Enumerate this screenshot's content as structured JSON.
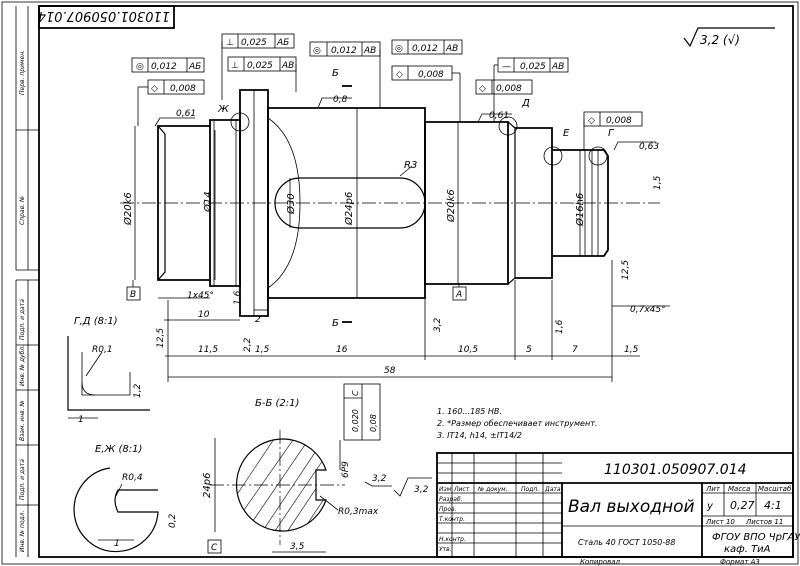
{
  "drawing": {
    "doc_number": "110301.050907.014",
    "doc_number_rotated": "110301.050907.014",
    "part_name": "Вал выходной",
    "material": "Сталь 40 ГОСТ 1050-88",
    "mass": "0,27",
    "scale": "4:1",
    "lit": "у",
    "sheet": "Лист 10",
    "sheets": "Листов 11",
    "organization_line1": "ФГОУ ВПО ЧрГАУ",
    "organization_line2": "каф. ТиА",
    "format": "Формат А3",
    "copied": "Копировал",
    "surface_symbol": "3,2 (√)"
  },
  "title_block": {
    "header_lit": "Лит",
    "header_mass": "Масса",
    "header_scale": "Масштаб",
    "col_izm": "Изм",
    "col_list": "Лист",
    "col_doc": "№ докум.",
    "col_sign": "Подп.",
    "col_date": "Дата",
    "role_dev": "Разраб.",
    "role_check": "Пров.",
    "role_tcontrol": "Т.контр.",
    "role_ncontrol": "Н.контр.",
    "role_approve": "Утв."
  },
  "left_strip": [
    "Перв. примен.",
    "Справ. №",
    "Подп. и дата",
    "Инв. № дубл.",
    "Взам. инв. №",
    "Подп. и дата",
    "Инв. № подл."
  ],
  "tolerances": {
    "f1_sym": "◎",
    "f1_val": "0,012",
    "f1_base": "АБ",
    "f2_sym": "◇",
    "f2_val": "0,008",
    "f3_sym": "⊥",
    "f3_val": "0,025",
    "f3_base": "АБ",
    "f4_sym": "⊥",
    "f4_val": "0,025",
    "f4_base": "АВ",
    "f5_sym": "◎",
    "f5_val": "0,012",
    "f5_base": "АВ",
    "f6_sym": "◎",
    "f6_val": "0,012",
    "f6_base": "АВ",
    "f7_sym": "◇",
    "f7_val": "0,008",
    "f8_sym": "—",
    "f8_val": "0,025",
    "f8_base": "АВ",
    "f9_sym": "◇",
    "f9_val": "0,008",
    "f10_sym": "◇",
    "f10_val": "0,008"
  },
  "dimensions": {
    "d_left": "Ø20k6",
    "d_mid1": "Ø14",
    "d_key": "Ø30",
    "d_main": "Ø24р6",
    "d_right": "Ø20k6",
    "d_end": "Ø16h6",
    "r3": "R3",
    "rough_061a": "0,61",
    "rough_08": "0,8",
    "rough_061b": "0,61",
    "rough_063": "0,63",
    "chamfer_left": "1х45°",
    "chamfer_right": "0,7х45°",
    "len_10": "10",
    "len_2": "2",
    "len_16a": "1,6",
    "len_32a": "3,2",
    "len_125a": "12,5",
    "len_115": "11,5",
    "len_15a": "1,5",
    "len_16": "16",
    "len_105": "10,5",
    "len_5": "5",
    "len_7": "7",
    "len_15b": "1,5",
    "len_58": "58",
    "len_15c": "1,5",
    "len_125b": "12,5",
    "len_32b": "3,2",
    "len_16b": "1,6",
    "len_22": "2,2",
    "len_12": "1,2"
  },
  "labels": {
    "base_b": "В",
    "base_a": "А",
    "base_c": "С",
    "sec_b1": "Б",
    "sec_b2": "Б",
    "view_zh": "Ж",
    "view_d": "Д",
    "view_e1": "Е",
    "view_g": "Г",
    "detail_gd": "Г,Д (8:1)",
    "detail_r01": "R0,1",
    "detail_12": "1,2",
    "detail_1": "1",
    "detail_ezh": "Е,Ж (8:1)",
    "detail_r04": "R0,4",
    "detail_02": "0,2",
    "detail_1b": "1",
    "section_bb": "Б-Б (2:1)",
    "section_dia": "24р6",
    "section_6p9": "6Р9",
    "section_0020": "0,020",
    "section_008": "0,08",
    "section_c": "С",
    "section_r03": "R0,3max",
    "section_35": "3,5",
    "section_32": "3,2",
    "section_32b": "3,2"
  },
  "notes": [
    "1. 160...185 НВ.",
    "2. *Размер обеспечивает инструмент.",
    "3. IТ14, h14, ±IТ14/2"
  ]
}
